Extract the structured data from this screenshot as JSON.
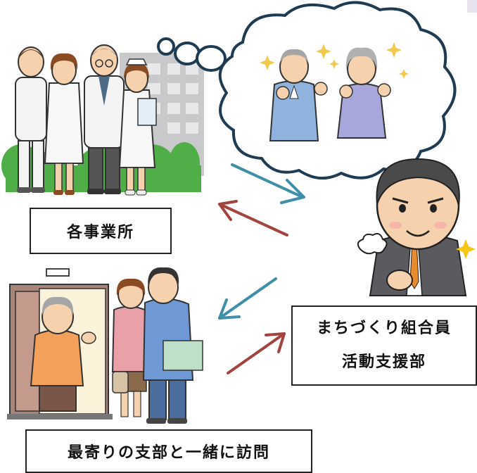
{
  "labels": {
    "offices": "各事業所",
    "union_line1": "まちづくり組合員",
    "union_line2": "活動支援部",
    "visit": "最寄りの支部と一緒に訪問"
  },
  "colors": {
    "arrow_teal": "#3f8fa8",
    "arrow_red": "#a3443f",
    "cloud_stroke": "#1f3b52",
    "tree_green": "#4fae47",
    "building_gray": "#c9c9cc",
    "suit_gray": "#5b5b5f"
  },
  "icons": [
    "staff-group-illustration",
    "happy-seniors-illustration",
    "thinking-cloud",
    "businessman-illustration",
    "home-visit-illustration",
    "arrow-icon"
  ]
}
